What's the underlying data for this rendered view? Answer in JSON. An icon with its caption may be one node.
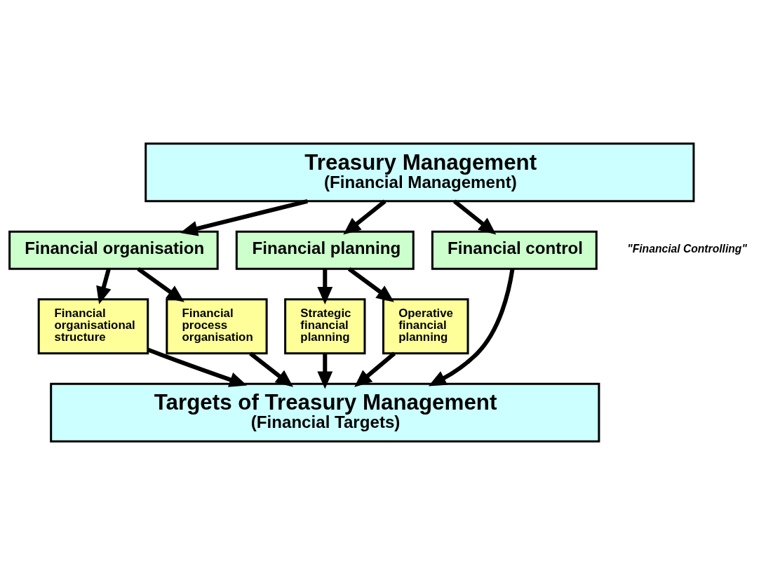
{
  "diagram": {
    "nodes": [
      {
        "text": [
          "Treasury Management",
          "(Financial Management)"
        ]
      },
      {
        "text": [
          "Financial organisation"
        ]
      },
      {
        "text": [
          "Financial planning"
        ]
      },
      {
        "text": [
          "Financial control"
        ]
      },
      {
        "text": [
          "Strategic financial planning"
        ]
      },
      {
        "text": [
          "Operative financial planning"
        ]
      },
      {
        "text": [
          "Financial organisational structure"
        ]
      },
      {
        "text": [
          "Financial process organisation"
        ]
      },
      {
        "text": [
          "Targets of Treasury Management",
          "(Financial Targets)"
        ]
      }
    ],
    "edges": [
      {
        "from": 0,
        "to": 1,
        "arrow": "to"
      },
      {
        "from": 0,
        "to": 2,
        "arrow": "to"
      },
      {
        "from": 0,
        "to": 3,
        "arrow": "to"
      },
      {
        "from": 2,
        "to": 4,
        "arrow": "to"
      },
      {
        "from": 2,
        "to": 5,
        "arrow": "to"
      },
      {
        "from": 1,
        "to": 6,
        "arrow": "to"
      },
      {
        "from": 1,
        "to": 7,
        "arrow": "to"
      },
      {
        "from": 6,
        "to": 8,
        "arrow": "to"
      },
      {
        "from": 7,
        "to": 8,
        "arrow": "to"
      },
      {
        "from": 4,
        "to": 8,
        "arrow": "to"
      },
      {
        "from": 5,
        "to": 8,
        "arrow": "to"
      },
      {
        "from": 3,
        "to": 8,
        "arrow": "to"
      }
    ],
    "labels": [
      "\"Financial Controlling\""
    ]
  }
}
